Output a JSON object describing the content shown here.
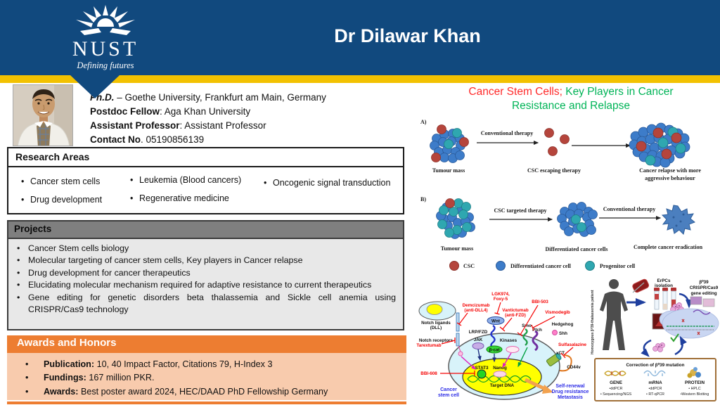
{
  "glyphs": {
    "bullet": "•"
  },
  "header": {
    "title": "Dr Dilawar Khan",
    "logo": {
      "acronym": "NUST",
      "tagline": "Defining futures"
    }
  },
  "profile": {
    "lines": [
      {
        "label": "Ph.D.",
        "rest": " – Goethe University, Frankfurt am Main, Germany"
      },
      {
        "label": "Postdoc Fellow",
        "rest": ": Aga Khan University"
      },
      {
        "label": "Assistant Professor",
        "rest": ": Assistant Professor"
      },
      {
        "label": "Contact No",
        "rest": ". 05190856139"
      }
    ]
  },
  "research_areas": {
    "title": "Research Areas",
    "col1": [
      "Cancer stem cells",
      "Drug development"
    ],
    "col2": [
      "Leukemia (Blood cancers)",
      "Regenerative medicine"
    ],
    "col3": [
      "Oncogenic signal transduction"
    ]
  },
  "projects": {
    "title": "Projects",
    "items": [
      "Cancer Stem cells biology",
      "Molecular targeting of cancer stem cells, Key players in Cancer relapse",
      "Drug development for cancer therapeutics",
      "Elucidating molecular mechanism required  for adaptive resistance to current therapeutics",
      "Gene editing for genetic disorders beta thalassemia and Sickle cell anemia using CRISPR/Cas9 technology"
    ]
  },
  "awards": {
    "title": "Awards and Honors",
    "items": [
      {
        "label": "Publication:",
        "rest": " 10, 40 Impact Factor, Citations 79, H-Index 3"
      },
      {
        "label": "Fundings:",
        "rest": " 167 million PKR."
      },
      {
        "label": "Awards:",
        "rest": " Best poster award 2024, HEC/DAAD PhD Fellowship Germany"
      }
    ]
  },
  "figure": {
    "title": {
      "red": "Cancer Stem Cells;",
      "green1": " Key Players in Cancer",
      "green2": "Resistance and Relapse"
    },
    "colors": {
      "csc": "#B5453C",
      "diff": "#3D7CC9",
      "prog": "#2FA7B0"
    },
    "panelA": {
      "tag": "A)",
      "arrow1": "Conventional therapy",
      "cap1": "Tumour mass",
      "cap2": "CSC escaping therapy",
      "cap3a": "Cancer relapse with more",
      "cap3b": "aggressive behaviour"
    },
    "panelB": {
      "tag": "B)",
      "arrow1": "CSC targeted  therapy",
      "arrow2": "Conventional therapy",
      "cap1": "Tumour mass",
      "cap2": "Differentiated cancer cells",
      "cap3": "Complete cancer eradication"
    },
    "legend": {
      "csc": "CSC",
      "diff": "Differentiated cancer cell",
      "prog": "Progenitor cell"
    }
  },
  "pathway": {
    "notch_ligands1": "Notch ligands",
    "notch_ligands2": "(DLL)",
    "demcizumab1": "Demcizumab",
    "demcizumab2": "(anti-DLL4)",
    "lgk1": "LGK974,",
    "lgk2": "Foxy-5",
    "wnt": "Wnt",
    "vantictumab1": "Vantictumab",
    "vantictumab2": "(anti-FZD)",
    "bbi503": "BBI-503",
    "vismodegib": "Vismodegib",
    "lrpfzd": "LRP/FZD",
    "smo": "Smo",
    "ptch": "Ptch",
    "hedgehog1": "Hedgehog",
    "hedgehog2": "Shh",
    "sulfasalazine": "Sulfasalazine",
    "notch_receptors": "Notch receptors",
    "tarextumab": "Tarextumab",
    "jak": "JAK",
    "bcat": "β-cat",
    "kinases": "Kinases",
    "xct": "xCT",
    "cd44v": "CD44v",
    "stat3": "STAT3",
    "nanog": "Nanog",
    "bbi608": "BBI-608",
    "target_dna": "Target DNA",
    "cell1": "Cancer",
    "cell2": "stem cell",
    "outcome1": "Self-renewal",
    "outcome2": "Drug resistance",
    "outcome3": "Metastasis"
  },
  "crispr": {
    "patient": "Homozygous β⁰39-thalassemia patient",
    "erpcs1": "ErPCs",
    "erpcs2": "isolation",
    "editing1": "β⁰39",
    "editing2": "CRISPR/Cas9",
    "editing3": "gene editing",
    "correction_title": "Correction of β⁰39 mutation",
    "gene": {
      "name": "GENE",
      "m1": "•ddPCR",
      "m2": "• Sequencing/NGS"
    },
    "mrna": {
      "name": "mRNA",
      "m1": "•ddPCR",
      "m2": "• RT-qPCR"
    },
    "protein": {
      "name": "PROTEIN",
      "m1": "• HPLC",
      "m2": "•Western Blotting"
    }
  }
}
